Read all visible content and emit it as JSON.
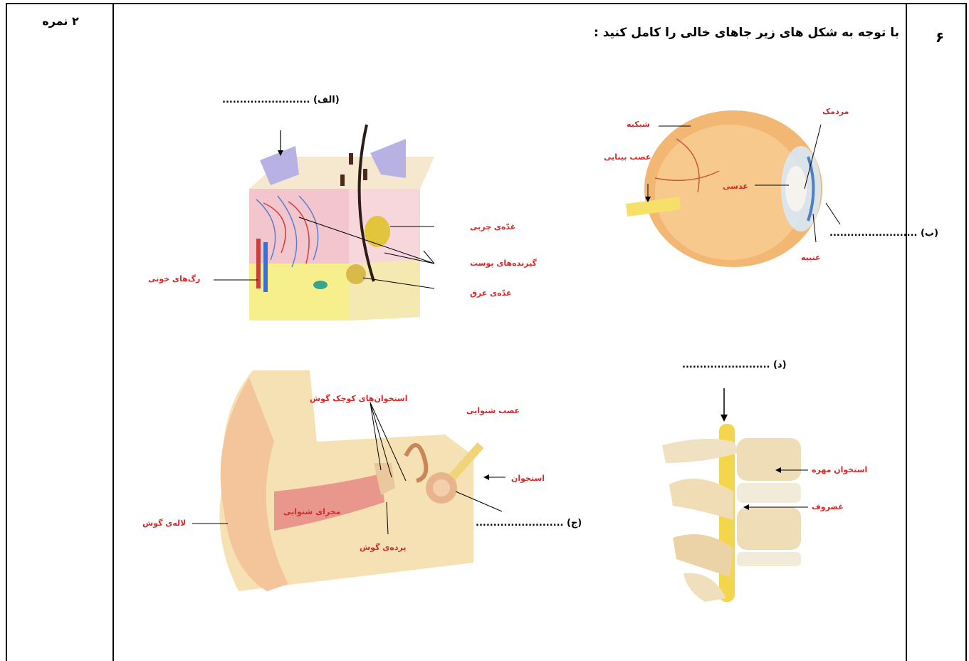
{
  "score": "۲ نمره",
  "question": {
    "number": "۶",
    "text": "با توجه به شکل های زیر جاهای خالی را کامل کنید :"
  },
  "skin": {
    "blank": "(الف) .........................",
    "labels": {
      "fat_gland": "غدّه‌ی چربی",
      "skin_receptors": "گیرنده‌های پوست",
      "sweat_gland": "غدّه‌ی عرق",
      "blood_vessels": "رگ‌های خونی"
    }
  },
  "eye": {
    "blank": "(ب) .........................",
    "labels": {
      "pupil": "مردمک",
      "retina": "شبکیه",
      "optic_nerve": "عصب بینایی",
      "lens": "عدسی",
      "iris": "عنبیه"
    }
  },
  "ear": {
    "blank": "(ج) .........................",
    "labels": {
      "ossicles": "استخوان‌های کوچک گوش",
      "auditory_nerve": "عصب شنوایی",
      "bone": "استخوان",
      "auricle": "لاله‌ی گوش",
      "ear_canal": "مجرای شنوایی",
      "eardrum": "پرده‌ی گوش"
    }
  },
  "spine": {
    "blank": "(د) .........................",
    "labels": {
      "vertebra": "استخوان مهره",
      "cartilage": "غضروف"
    }
  }
}
